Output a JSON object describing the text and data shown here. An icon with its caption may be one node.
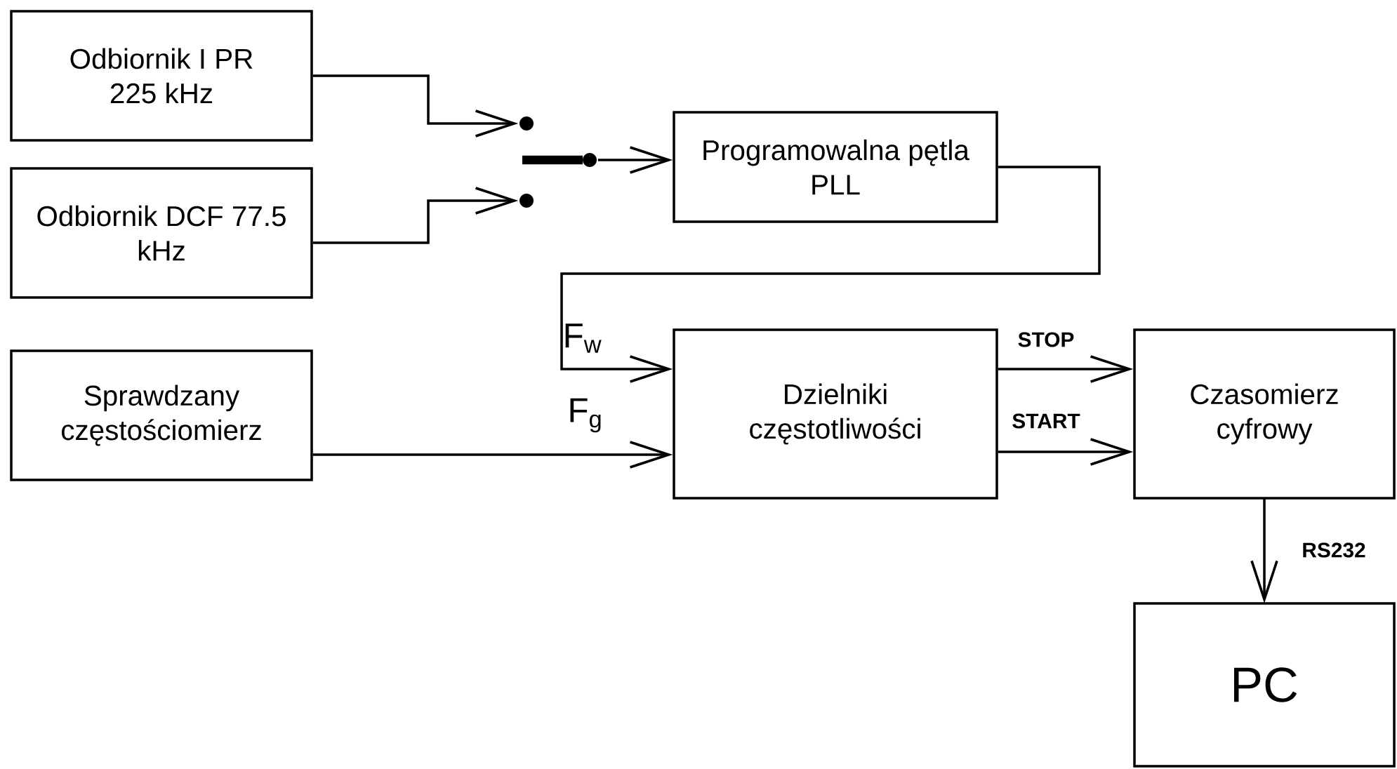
{
  "diagram": {
    "nodes": [
      {
        "text": [
          "Odbiornik I PR 225 kHz"
        ]
      },
      {
        "text": [
          "Odbiornik DCF 77.5 kHz"
        ]
      },
      {
        "text": [],
        "shape": "circle"
      },
      {
        "text": [],
        "shape": "circle"
      },
      {
        "text": [],
        "shape": "circle"
      },
      {
        "text": [
          "Programowalna pętla PLL"
        ]
      },
      {
        "text": [
          "Sprawdzany częstościomierz"
        ]
      },
      {
        "text": [
          "Dzielniki częstotliwości"
        ]
      },
      {
        "text": [
          "Czasomierz cyfrowy"
        ]
      },
      {
        "text": [
          "PC"
        ]
      }
    ],
    "edges": [
      {
        "from": 0,
        "to": 2,
        "arrow": "to"
      },
      {
        "from": 1,
        "to": 3,
        "arrow": "to"
      },
      {
        "from": 4,
        "to": 5,
        "arrow": "to"
      },
      {
        "from": 5,
        "to": 7,
        "arrow": "to",
        "label": "F$_{w}$"
      },
      {
        "from": 6,
        "to": 7,
        "arrow": "to",
        "label": "F$_{g}$"
      },
      {
        "from": 7,
        "to": 8,
        "arrow": "to",
        "label": "STOP"
      },
      {
        "from": 7,
        "to": 8,
        "arrow": "to",
        "label": "START"
      },
      {
        "from": 8,
        "to": 9,
        "arrow": "to",
        "label": "RS232"
      }
    ]
  }
}
